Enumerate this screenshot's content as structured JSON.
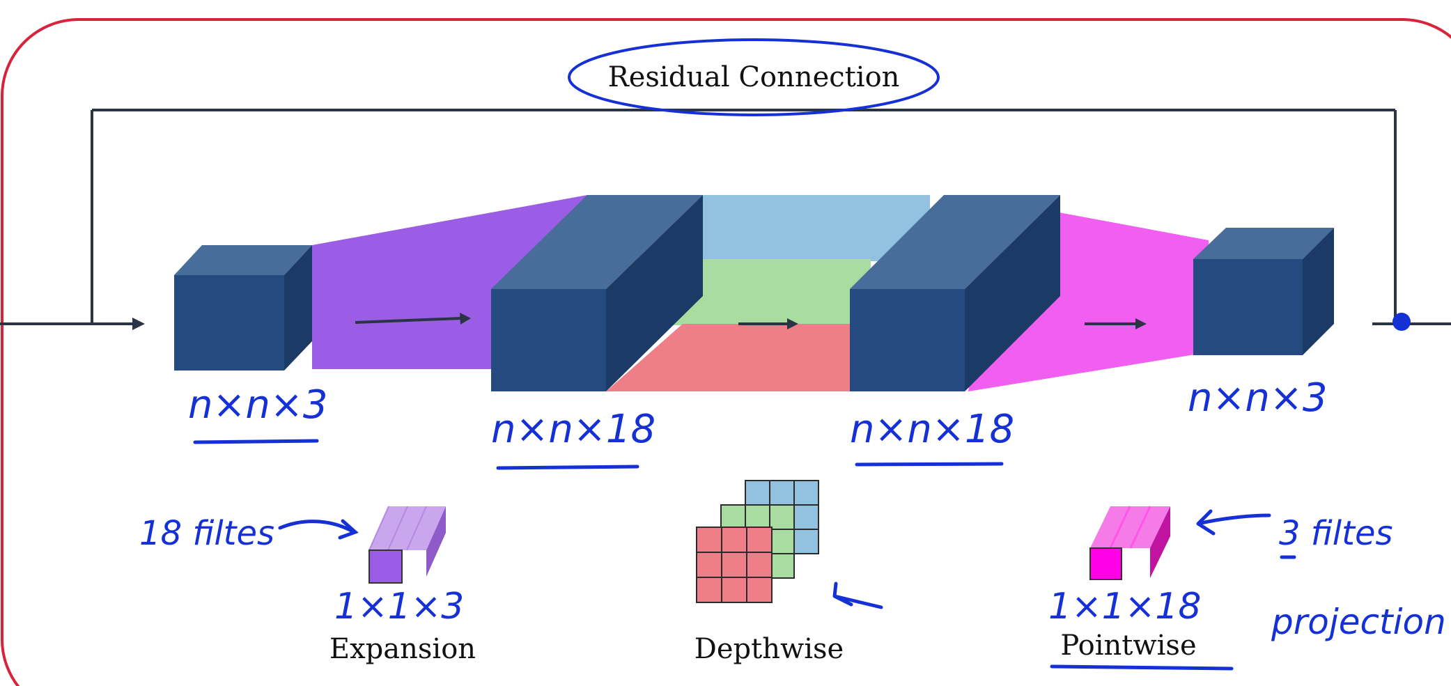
{
  "title": "Residual Connection",
  "stages": [
    {
      "id": "expansion",
      "label": "Expansion",
      "filter_count_note": "18 filtes",
      "filter_dims": "1×1×3",
      "color": "#9b5de5"
    },
    {
      "id": "depthwise",
      "label": "Depthwise"
    },
    {
      "id": "pointwise",
      "label": "Pointwise",
      "filter_count_note": "3 filtes",
      "filter_dims": "1×1×18",
      "side_note": "projection",
      "color": "#ff33ee"
    }
  ],
  "tensors": [
    {
      "id": "input",
      "dims": "n×n×3"
    },
    {
      "id": "expanded",
      "dims": "n×n×18"
    },
    {
      "id": "depthwise_out",
      "dims": "n×n×18"
    },
    {
      "id": "output",
      "dims": "n×n×3"
    }
  ],
  "colors": {
    "frame": "#d8243a",
    "ink": "#1531d6",
    "line": "#2a3444",
    "cube_front": "#254a80",
    "cube_top": "#486d9a",
    "cube_side": "#1c3a66",
    "expand_band": "#9b5de5",
    "project_band": "#f05ff0",
    "dw_blue": "#93c1e0",
    "dw_green": "#a9dca1",
    "dw_red": "#ee7f89"
  }
}
